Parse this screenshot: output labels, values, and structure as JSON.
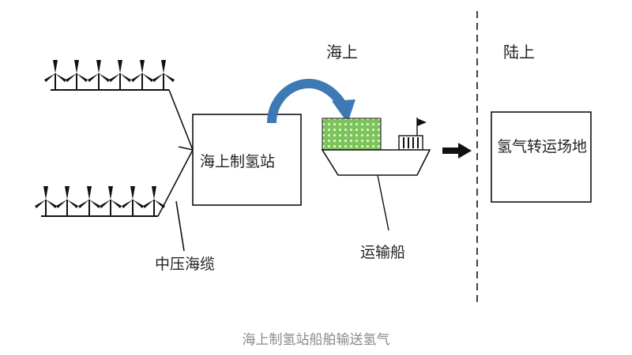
{
  "labels": {
    "sea": "海上",
    "land": "陆上",
    "station": "海上制氢站",
    "transfer_site": "氢气转运场地",
    "ship": "运输船",
    "cable": "中压海缆"
  },
  "caption": "海上制氢站船舶输送氢气",
  "icons": [
    "wind-turbine-icon",
    "ship-icon",
    "hydrogen-container-icon",
    "flag-icon",
    "curved-arrow-icon",
    "right-arrow-icon"
  ],
  "colors": {
    "arrow_blue": "#3d79b4",
    "container_green": "#7cc45a",
    "line": "#111111",
    "caption": "#8a8a8a"
  }
}
